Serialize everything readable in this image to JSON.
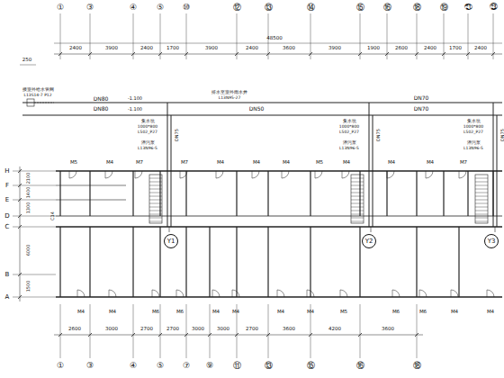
{
  "diagram": {
    "nodes": [
      {
        "text": [
          "Y1"
        ]
      },
      {
        "text": [
          "Y2"
        ]
      },
      {
        "text": [
          "Y3"
        ]
      }
    ],
    "labels": [
      "①",
      "③",
      "④",
      "⑤",
      "⑩",
      "⑫",
      "⑬",
      "⑭",
      "⑮",
      "⑯",
      "⑱",
      "⑲",
      "㉑",
      "㉓",
      "2400",
      "3900",
      "2400",
      "1700",
      "3900",
      "2400",
      "3600",
      "3900",
      "1900",
      "2600",
      "2400",
      "1700",
      "2400",
      "48500",
      "250",
      "①",
      "③",
      "④",
      "⑤",
      "⑦",
      "⑨",
      "⑪",
      "⑬",
      "⑮",
      "⑯",
      "⑱",
      "2600",
      "3000",
      "2700",
      "2700",
      "3000",
      "3000",
      "2700",
      "3600",
      "4200",
      "3600",
      "H",
      "F",
      "E",
      "D",
      "C",
      "B",
      "A",
      "2100",
      "1400",
      "1300",
      "6000",
      "1500",
      "DN80",
      "DN80",
      "-1.100",
      "-1.100",
      "DN50",
      "DN70",
      "DN70",
      "接室外给水管网",
      "L13S14-7 P12",
      "排水至室外雨水井",
      "L13N95-27",
      "集水坑",
      "1000*800",
      "L502_P27",
      "潜污泵",
      "L13N96-5",
      "DN75",
      "集水坑",
      "1000*800",
      "L502_P27",
      "潜污泵",
      "L13N96-5",
      "DN75",
      "集水坑",
      "1000*800",
      "L502_P27",
      "潜污泵",
      "L13N96-5",
      "DN75",
      "M5",
      "M4",
      "M7",
      "M7",
      "M4",
      "M4",
      "M4",
      "M5",
      "M4",
      "M4",
      "M4",
      "M7",
      "M4",
      "M4",
      "M6",
      "M6",
      "M4",
      "M4",
      "M4",
      "M4",
      "M5",
      "M6",
      "M6",
      "M4",
      "M4",
      "C14"
    ]
  }
}
